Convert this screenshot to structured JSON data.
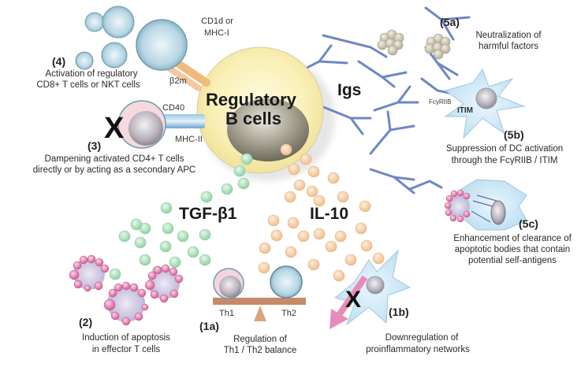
{
  "center": {
    "title_line1": "Regulatory",
    "title_line2": "B cells"
  },
  "cytokines": {
    "tgf": "TGF-β1",
    "il10": "IL-10",
    "igs": "Igs"
  },
  "molecules": {
    "cd1d": "CD1d or",
    "mhc1": "MHC-I",
    "b2m": "β2m",
    "cd40": "CD40",
    "mhc2": "MHC-II",
    "fcr": "FcγRIIB",
    "itim": "ITIM",
    "th1": "Th1",
    "th2": "Th2"
  },
  "mechanisms": [
    {
      "id": "(4)",
      "line1": "Activation of regulatory",
      "line2": "CD8+ T cells or NKT cells"
    },
    {
      "id": "(3)",
      "line1": "Dampening activated CD4+ T cells",
      "line2": "directly or by acting as a secondary APC"
    },
    {
      "id": "(2)",
      "line1": "Induction of apoptosis",
      "line2": "in effector T cells"
    },
    {
      "id": "(1a)",
      "line1": "Regulation of",
      "line2": "Th1 / Th2 balance"
    },
    {
      "id": "(1b)",
      "line1": "Downregulation of",
      "line2": "proinflammatory networks"
    },
    {
      "id": "(5a)",
      "line1": "Neutralization of",
      "line2": "harmful factors"
    },
    {
      "id": "(5b)",
      "line1": "Suppression of DC activation",
      "line2": "through the FcγRIIB / ITIM"
    },
    {
      "id": "(5c)",
      "line1": "Enhancement of clearance of",
      "line2": "apoptotic bodies that contain",
      "line3": "potential self-antigens"
    }
  ],
  "colors": {
    "b_cell": "#f8eeb0",
    "nucleus": "#8a8676",
    "tgf": "#9fd9ae",
    "il10": "#f3c79a",
    "igs": "#6f86c6",
    "apoptotic": "#d9649b",
    "arrow": "#e98bb8",
    "dc": "#cfe9f7"
  }
}
